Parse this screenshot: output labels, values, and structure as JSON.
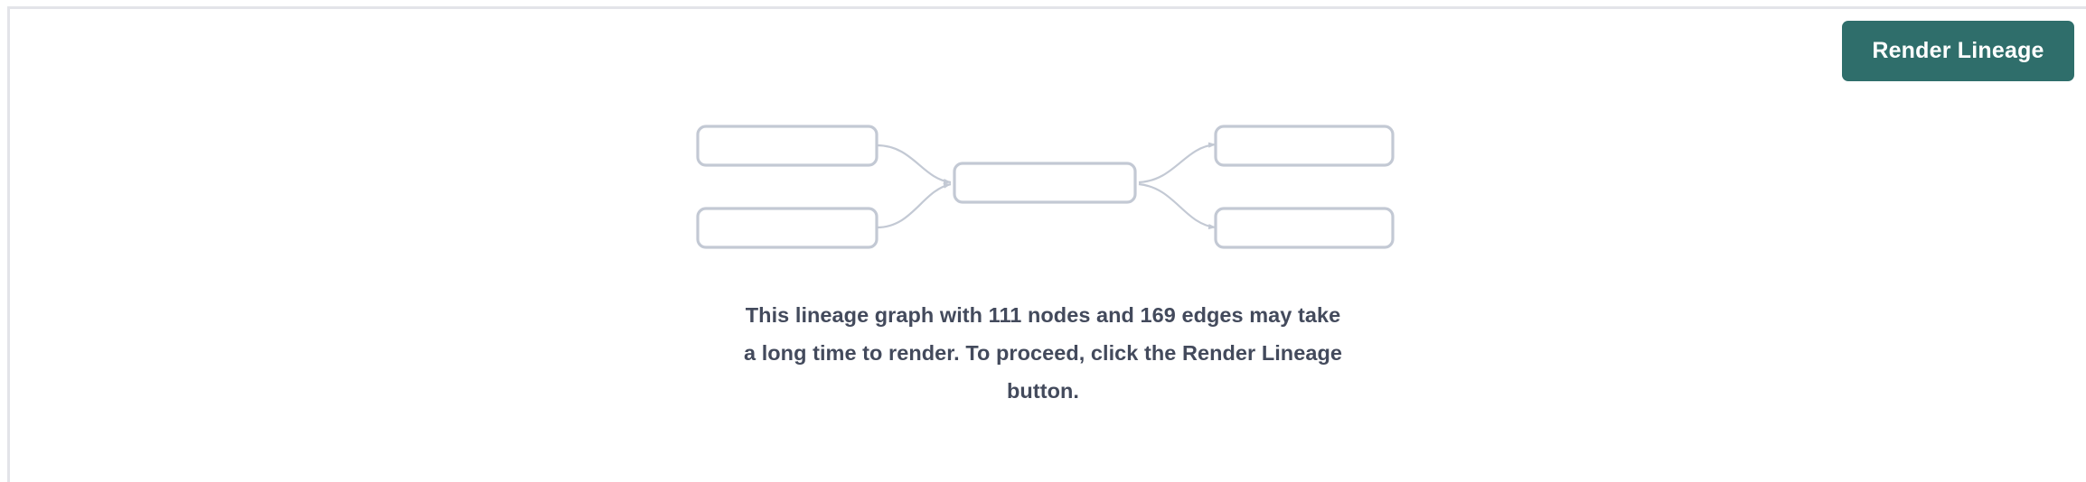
{
  "page": {
    "background_color": "#ffffff",
    "rule_color": "#e3e4e9"
  },
  "toolbar": {
    "render_lineage_label": "Render Lineage",
    "button_color": "#2f6e6b",
    "button_text_color": "#ffffff"
  },
  "message": {
    "text": "This lineage graph with 111 nodes and 169 edges may take a long time to render. To proceed, click the Render Lineage button.",
    "line_1": "This lineage graph with 111 nodes and 169 edges may take",
    "line_2": "a long time to render. To proceed, click the Render Lineage",
    "line_3": "button.",
    "node_count": "111",
    "edge_count": "169",
    "text_color": "#434a5c"
  },
  "graph": {
    "node_stroke_color": "#c3c9d4",
    "node_fill_color": "#ffffff",
    "edge_color": "#c3c9d4",
    "node_count_shown": 5,
    "edge_count_shown": 4,
    "nodes": [
      {
        "id": "upstream-1",
        "column": "left",
        "row": "top",
        "label": ""
      },
      {
        "id": "upstream-2",
        "column": "left",
        "row": "bottom",
        "label": ""
      },
      {
        "id": "focus",
        "column": "center",
        "row": "middle",
        "label": ""
      },
      {
        "id": "downstream-1",
        "column": "right",
        "row": "top",
        "label": ""
      },
      {
        "id": "downstream-2",
        "column": "right",
        "row": "bottom",
        "label": ""
      }
    ],
    "edges": [
      {
        "from": "upstream-1",
        "to": "focus"
      },
      {
        "from": "upstream-2",
        "to": "focus"
      },
      {
        "from": "focus",
        "to": "downstream-1"
      },
      {
        "from": "focus",
        "to": "downstream-2"
      }
    ]
  }
}
